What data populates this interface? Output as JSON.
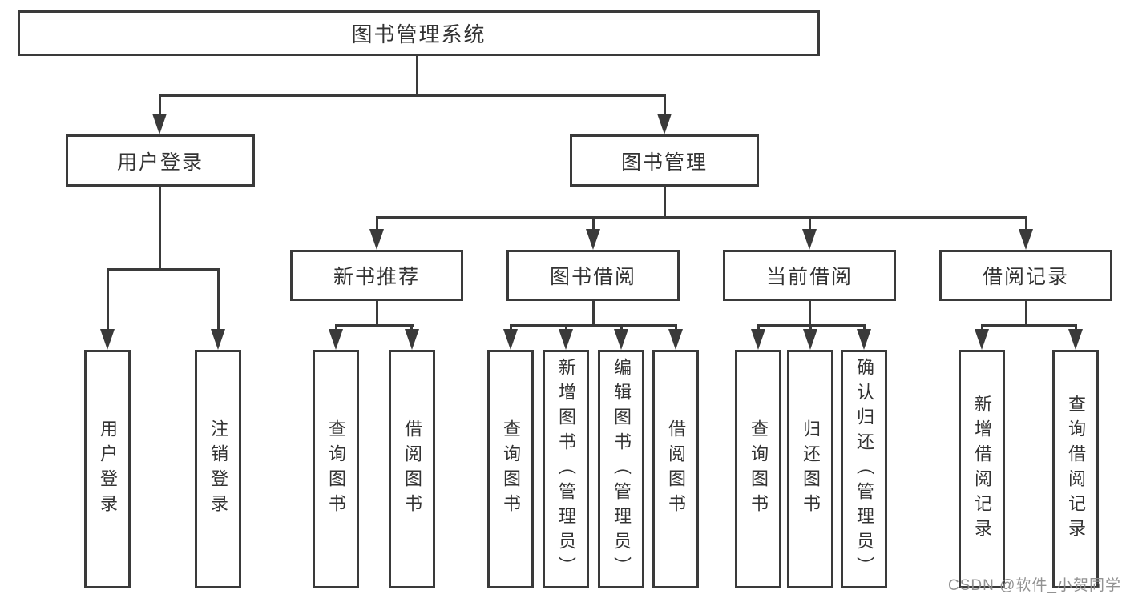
{
  "tree": {
    "root": "图书管理系统",
    "branches": [
      {
        "label": "用户登录",
        "children": [
          {
            "label": "用户登录"
          },
          {
            "label": "注销登录"
          }
        ]
      },
      {
        "label": "图书管理",
        "children": [
          {
            "label": "新书推荐",
            "children": [
              {
                "label": "查询图书"
              },
              {
                "label": "借阅图书"
              }
            ]
          },
          {
            "label": "图书借阅",
            "children": [
              {
                "label": "查询图书"
              },
              {
                "label": "新增图书（管理员）"
              },
              {
                "label": "编辑图书（管理员）"
              },
              {
                "label": "借阅图书"
              }
            ]
          },
          {
            "label": "当前借阅",
            "children": [
              {
                "label": "查询图书"
              },
              {
                "label": "归还图书"
              },
              {
                "label": "确认归还（管理员）"
              }
            ]
          },
          {
            "label": "借阅记录",
            "children": [
              {
                "label": "新增借阅记录"
              },
              {
                "label": "查询借阅记录"
              }
            ]
          }
        ]
      }
    ]
  },
  "watermark": {
    "text": "CSDN @软件_小贺同学"
  },
  "colors": {
    "line": "#3a3a3a",
    "box_border": "#3a3a3a",
    "text": "#333333",
    "background": "#ffffff",
    "watermark": "#8c8c8c"
  }
}
